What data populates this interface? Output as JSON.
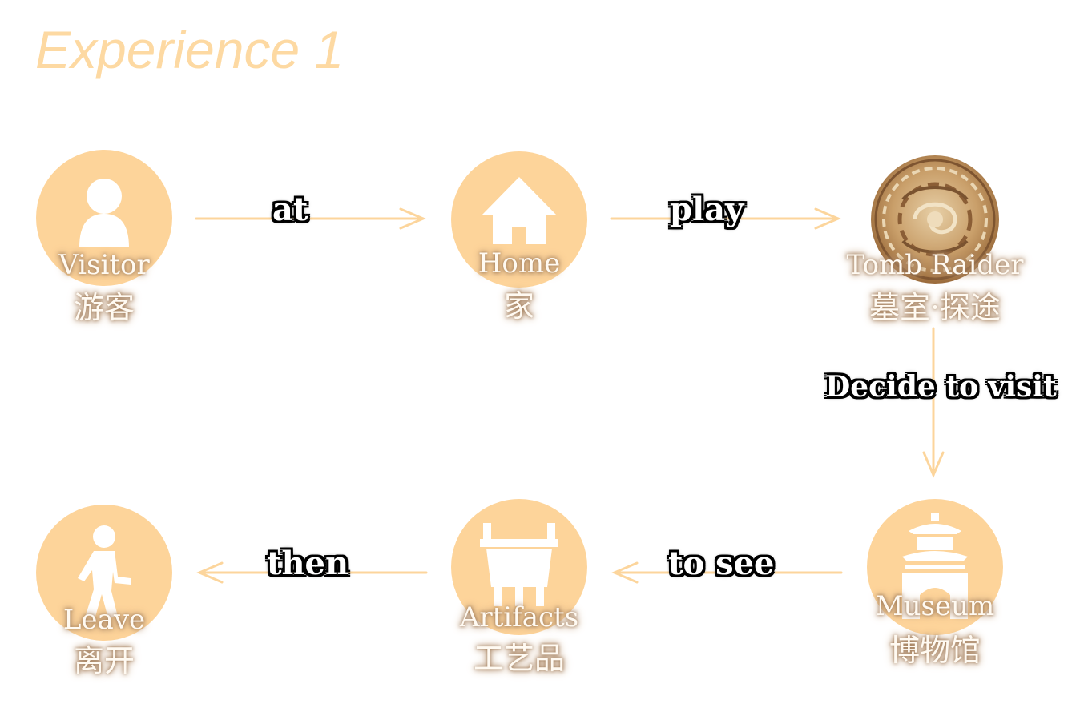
{
  "title": "Experience 1",
  "colors": {
    "accent": "#fdd49a",
    "arrow": "#fcd59c",
    "title": "#fdd9a2"
  },
  "nodes": {
    "visitor": {
      "en": "Visitor",
      "zh": "游客",
      "icon": "person-icon"
    },
    "home": {
      "en": "Home",
      "zh": "家",
      "icon": "house-icon"
    },
    "tomb": {
      "en": "Tomb Raider",
      "zh": "墓室·探途",
      "icon": "jade-disc-icon"
    },
    "museum": {
      "en": "Museum",
      "zh": "博物馆",
      "icon": "pavilion-icon"
    },
    "artifacts": {
      "en": "Artifacts",
      "zh": "工艺品",
      "icon": "bronze-ding-icon"
    },
    "leave": {
      "en": "Leave",
      "zh": "离开",
      "icon": "walking-person-icon"
    }
  },
  "edges": {
    "visitor_home": "at",
    "home_tomb": "play",
    "tomb_museum": "Decide to visit",
    "museum_artifacts": "to see",
    "artifacts_leave": "then"
  }
}
